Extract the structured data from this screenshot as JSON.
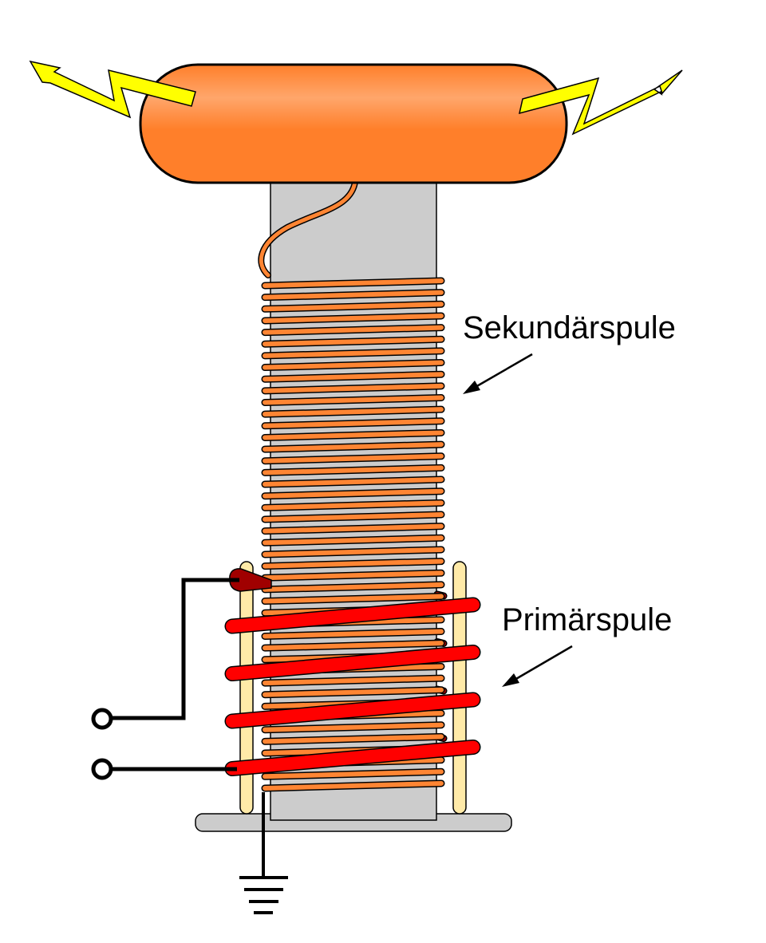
{
  "title": "Tesla coil diagram",
  "labels": {
    "secondary": "Sekundärspule",
    "primary": "Primärspule"
  },
  "components": {
    "top_load": "toroid top electrode",
    "secondary_coil_turns": 44,
    "primary_coil_turns": 4,
    "sparks": 2,
    "terminals": 2,
    "ground": "ground-symbol"
  },
  "colors": {
    "top_load": "#ff7f2a",
    "top_load_highlight": "#ffaa70",
    "form": "#cccccc",
    "secondary_wire": "#ff8533",
    "primary_wire": "#ff0000",
    "primary_wire_back": "#a00000",
    "support_rod": "#ffeaa8",
    "spark": "#ffff00",
    "outline": "#000000"
  }
}
